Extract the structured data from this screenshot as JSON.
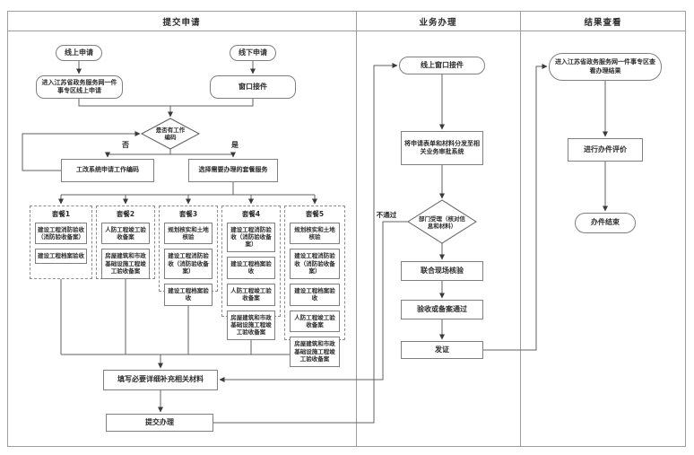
{
  "header": {
    "lane1": "提交申请",
    "lane2": "业务办理",
    "lane3": "结果查看"
  },
  "submit_lane": {
    "online_apply": "线上申请",
    "offline_apply": "线下申请",
    "enter_portal": "进入江苏省政务服务网一件事专区线上申请",
    "window_receive": "窗口接件",
    "decision_has_code": "是否有工作编码",
    "no_label": "否",
    "yes_label": "是",
    "apply_work_code": "工改系统申请工作编码",
    "select_package": "选择需要办理的套餐服务",
    "packages": [
      {
        "title": "套餐1",
        "items": [
          "建设工程消防验收（消防验收备案）",
          "建设工程档案验收"
        ]
      },
      {
        "title": "套餐2",
        "items": [
          "人防工程竣工验收备案",
          "房屋建筑和市政基础设施工程竣工验收备案"
        ]
      },
      {
        "title": "套餐3",
        "items": [
          "规划核实和土地核验",
          "建设工程消防验收（消防验收备案）",
          "建设工程档案验收"
        ]
      },
      {
        "title": "套餐4",
        "items": [
          "建设工程消防验收（消防验收备案）",
          "建设工程档案验收",
          "人防工程竣工验收备案",
          "房屋建筑和市政基础设施工程竣工验收备案"
        ]
      },
      {
        "title": "套餐5",
        "items": [
          "规划核实和土地核验",
          "建设工程消防验收（消防验收备案）",
          "建设工程档案验收",
          "人防工程竣工验收备案",
          "房屋建筑和市政基础设施工程竣工验收备案"
        ]
      }
    ],
    "fill_materials": "填写必要详细补充相关材料",
    "submit": "提交办理"
  },
  "process_lane": {
    "online_window": "线上窗口接件",
    "dispatch": "将申请表单和材料分发至相关业务审批系统",
    "department_accept": "部门受理（核对信息和材料）",
    "fail_label": "不通过",
    "joint_site_check": "联合现场核验",
    "acceptance_pass": "验收或备案通过",
    "issue_certificate": "发证"
  },
  "result_lane": {
    "view_result": "进入江苏省政务服务网一件事专区查看办理结果",
    "evaluate": "进行办件评价",
    "finish": "办件结束"
  },
  "colors": {
    "line": "#616161",
    "node_border": "#7f7f7f",
    "lane_border": "#9e9e9e",
    "background": "#ffffff"
  }
}
